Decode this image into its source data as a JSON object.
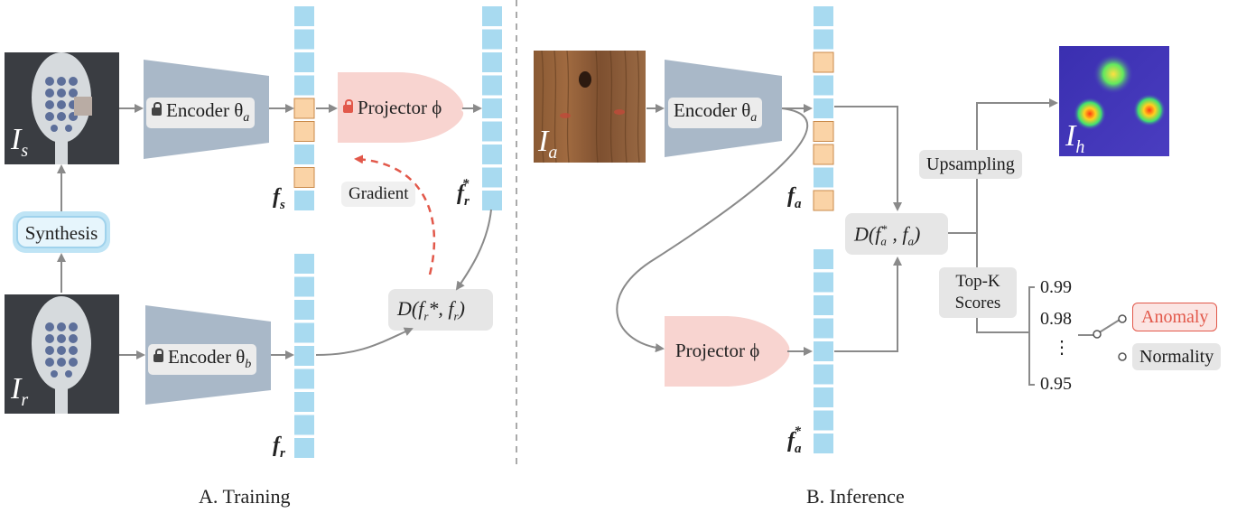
{
  "training": {
    "caption": "A. Training",
    "synthesis": "Synthesis",
    "encoder_a": "Encoder θ",
    "encoder_a_sub": "a",
    "encoder_b": "Encoder θ",
    "encoder_b_sub": "b",
    "projector": "Projector ϕ",
    "gradient": "Gradient",
    "distance": "D(f",
    "distance_rest": "*, f",
    "sym_fs": "f",
    "sym_fs_sub": "s",
    "sym_fr": "f",
    "sym_fr_sub": "r",
    "sym_frstar": "f",
    "img_s": "I",
    "img_s_sub": "s",
    "img_r": "I",
    "img_r_sub": "r"
  },
  "inference": {
    "caption": "B. Inference",
    "encoder": "Encoder θ",
    "encoder_sub": "a",
    "projector": "Projector ϕ",
    "distance": "D(f",
    "upsampling": "Upsampling",
    "topk_line1": "Top-K",
    "topk_line2": "Scores",
    "scores": [
      "0.99",
      "0.98",
      "⋮",
      "0.95"
    ],
    "anomaly": "Anomaly",
    "normality": "Normality",
    "sym_fa": "f",
    "sym_fa_sub": "a",
    "img_a": "I",
    "img_a_sub": "a",
    "img_h": "I",
    "img_h_sub": "h"
  },
  "colors": {
    "feature_cell": "#a8daf0",
    "anomaly_cell": "#fad3a6",
    "encoder": "#a9b8c8",
    "projector": "#f8d4d0",
    "arrow": "#888888",
    "gradient_arrow": "#e2584a",
    "divider": "#aaaaaa"
  }
}
